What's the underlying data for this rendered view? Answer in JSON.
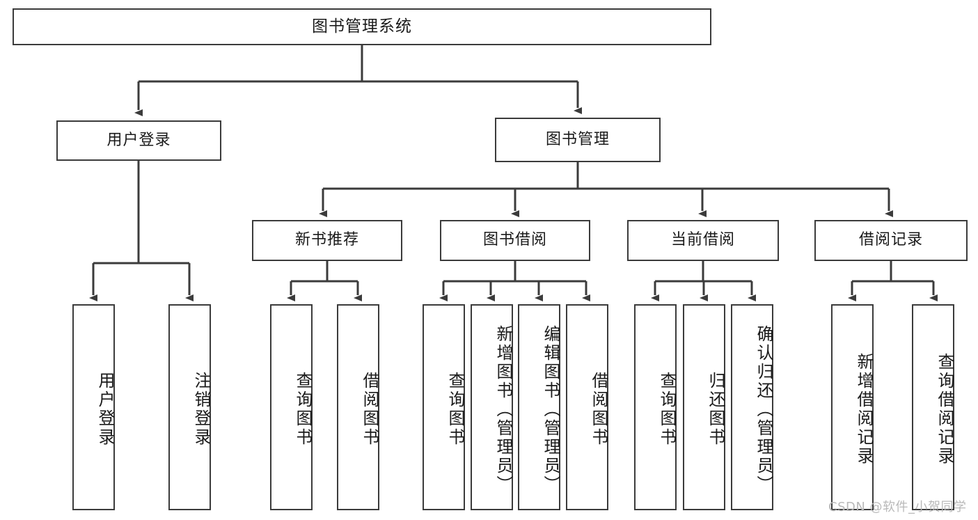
{
  "diagram": {
    "title": "图书管理系统",
    "watermark": "CSDN @软件_小贺同学",
    "line_color": "#3b3b3b",
    "box_fill": "#ffffff",
    "text_color": "#1a1a1a",
    "levels": {
      "root": {
        "label": "图书管理系统"
      },
      "level2": [
        {
          "label": "用户登录"
        },
        {
          "label": "图书管理"
        }
      ],
      "level3": [
        {
          "label": "新书推荐"
        },
        {
          "label": "图书借阅"
        },
        {
          "label": "当前借阅"
        },
        {
          "label": "借阅记录"
        }
      ],
      "leaves": {
        "user_login": [
          {
            "label": "用户登录"
          },
          {
            "label": "注销登录"
          }
        ],
        "new_book_recommend": [
          {
            "label": "查询图书"
          },
          {
            "label": "借阅图书"
          }
        ],
        "book_borrow": [
          {
            "label": "查询图书"
          },
          {
            "label": "新增图书（管理员）"
          },
          {
            "label": "编辑图书（管理员）"
          },
          {
            "label": "借阅图书"
          }
        ],
        "current_borrow": [
          {
            "label": "查询图书"
          },
          {
            "label": "归还图书"
          },
          {
            "label": "确认归还（管理员）"
          }
        ],
        "borrow_record": [
          {
            "label": "新增借阅记录"
          },
          {
            "label": "查询借阅记录"
          }
        ]
      }
    }
  }
}
